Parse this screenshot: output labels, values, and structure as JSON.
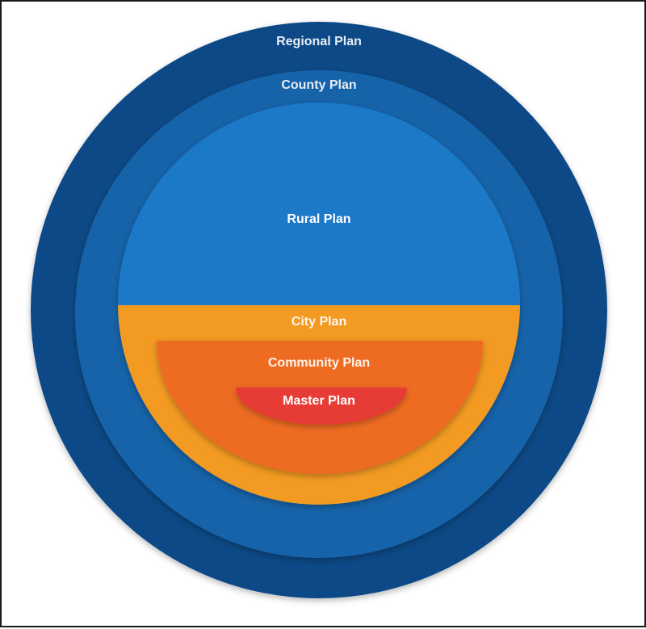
{
  "diagram": {
    "layers": [
      {
        "id": "regional",
        "label": "Regional Plan",
        "color": "#0e4a86",
        "text_color": "#e6edf6"
      },
      {
        "id": "county",
        "label": "County Plan",
        "color": "#1563a9",
        "text_color": "#e6edf6"
      },
      {
        "id": "rural",
        "label": "Rural Plan",
        "color": "#1a79c8",
        "text_color": "#ffffff"
      },
      {
        "id": "city",
        "label": "City Plan",
        "color": "#f29a22",
        "text_color": "#fff6e8"
      },
      {
        "id": "community",
        "label": "Community Plan",
        "color": "#ee6c24",
        "text_color": "#fff3ea"
      },
      {
        "id": "master",
        "label": "Master Plan",
        "color": "#e73b34",
        "text_color": "#ffffff"
      }
    ]
  }
}
